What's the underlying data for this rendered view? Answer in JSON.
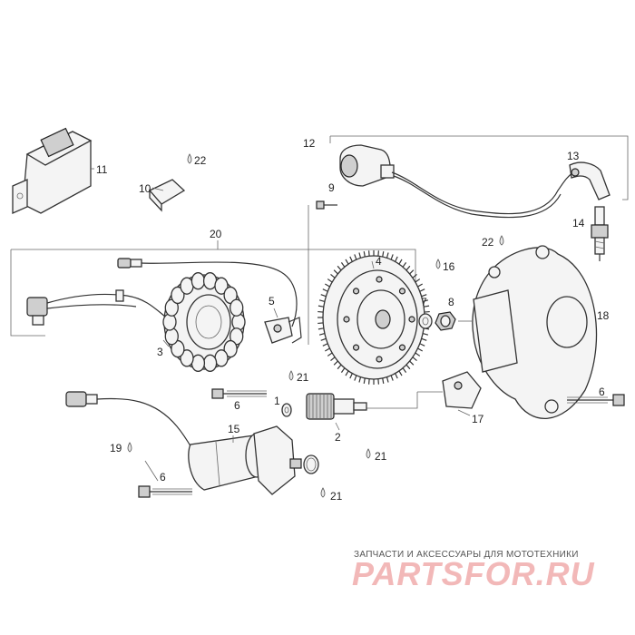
{
  "callouts": {
    "c1": "1",
    "c2": "2",
    "c3": "3",
    "c4": "4",
    "c5": "5",
    "c6a": "6",
    "c6b": "6",
    "c6c": "6",
    "c7": "7",
    "c8": "8",
    "c9": "9",
    "c10": "10",
    "c11": "11",
    "c12": "12",
    "c13": "13",
    "c14": "14",
    "c15": "15",
    "c16": "16",
    "c17": "17",
    "c18": "18",
    "c19": "19",
    "c20": "20",
    "c21a": "21",
    "c21b": "21",
    "c21c": "21",
    "c22a": "22",
    "c22b": "22"
  },
  "footer": {
    "subtitle": "ЗАПЧАСТИ И АКСЕССУАРЫ ДЛЯ МОТОТЕХНИКИ",
    "brand": "PARTSFOR.RU"
  },
  "colors": {
    "line": "#333333",
    "brand": "#f2b8b8"
  }
}
